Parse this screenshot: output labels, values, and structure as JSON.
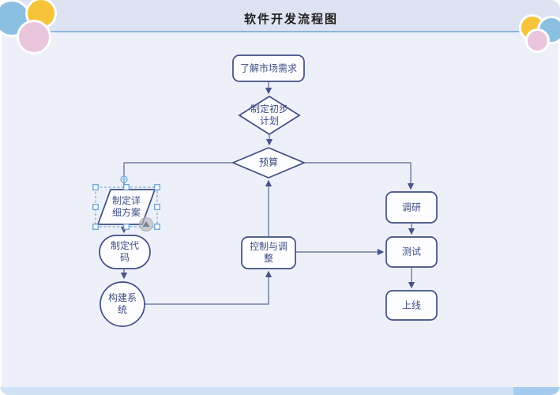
{
  "header": {
    "title": "软件开发流程图"
  },
  "nodes": {
    "market": {
      "shape": "rounded-rect",
      "label": "了解市场需求"
    },
    "plan": {
      "shape": "diamond",
      "line1": "制定初步",
      "line2": "计划"
    },
    "budget": {
      "shape": "diamond",
      "label": "预算"
    },
    "detail": {
      "shape": "parallelogram",
      "line1": "制定详",
      "line2": "细方案",
      "selected": true
    },
    "code": {
      "shape": "stadium",
      "line1": "制定代",
      "line2": "码"
    },
    "build": {
      "shape": "circle",
      "line1": "构建系",
      "line2": "统"
    },
    "control": {
      "shape": "rounded-rect",
      "line1": "控制与调",
      "line2": "整"
    },
    "research": {
      "shape": "rounded-rect",
      "label": "调研"
    },
    "test": {
      "shape": "rounded-rect",
      "label": "测试"
    },
    "launch": {
      "shape": "rounded-rect",
      "label": "上线"
    }
  },
  "colors": {
    "node_border": "#3f4d85",
    "node_fill": "#fdfdff",
    "node_text": "#3e4e85",
    "connector": "#5a6694",
    "divider_line": "#8ab6dd",
    "selection_accent": "#5b9bd5",
    "header_bg": "#dde3f0",
    "canvas_bg": "#edf0f8",
    "scroll_track": "#cfe2f6",
    "scroll_thumb": "#a6cbf0",
    "deco_blue": "#8cc0e2",
    "deco_yellow": "#f6c43b",
    "deco_pink": "#eac6dd"
  }
}
